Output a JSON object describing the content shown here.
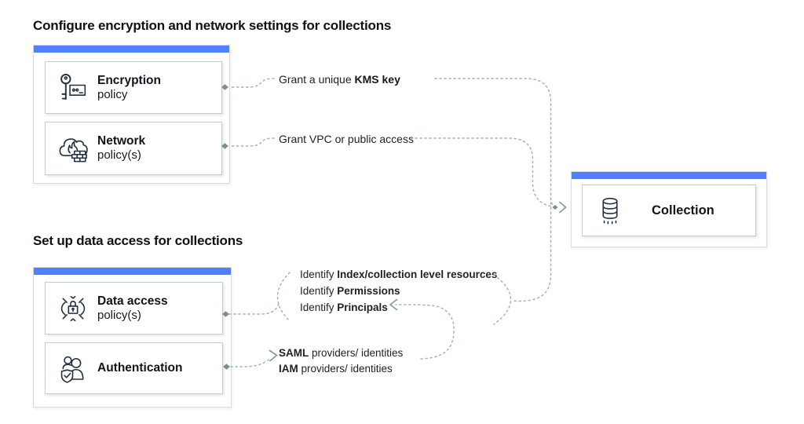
{
  "colors": {
    "accent_blue": "#527FFF",
    "icon_ink": "#232F3E",
    "connector_gray": "#9FB0AE",
    "text_dark": "#14181D"
  },
  "encryption_section": {
    "title": "Configure encryption and network settings for collections",
    "boxes": [
      {
        "title": "Encryption",
        "subtitle": "policy",
        "icon": "key-card-icon"
      },
      {
        "title": "Network",
        "subtitle": "policy(s)",
        "icon": "cloud-firewall-icon"
      }
    ]
  },
  "access_section": {
    "title": "Set up data access for collections",
    "boxes": [
      {
        "title": "Data access",
        "subtitle": "policy(s)",
        "icon": "lock-target-icon"
      },
      {
        "title": "Authentication",
        "subtitle": "",
        "icon": "users-shield-icon"
      }
    ]
  },
  "collection": {
    "title": "Collection",
    "icon": "database-icon"
  },
  "annotations": {
    "kms_prefix": "Grant a unique ",
    "kms_bold": "KMS key",
    "vpc": "Grant VPC or public access",
    "identify": [
      {
        "prefix": "Identify ",
        "bold": "Index/collection level resources"
      },
      {
        "prefix": "Identify ",
        "bold": "Permissions"
      },
      {
        "prefix": "Identify ",
        "bold": "Principals"
      }
    ],
    "providers": [
      {
        "bold": "SAML",
        "rest": " providers/ identities"
      },
      {
        "bold": "IAM",
        "rest": " providers/ identities"
      }
    ]
  }
}
